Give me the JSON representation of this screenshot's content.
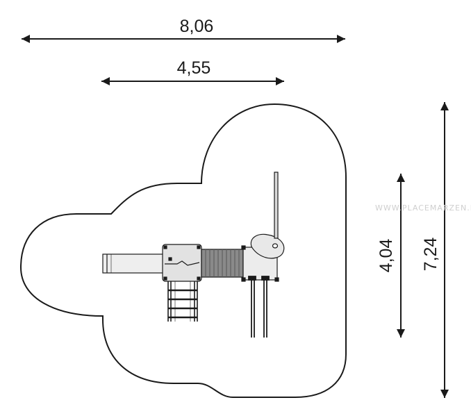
{
  "dimensions": {
    "overall_width": "8,06",
    "equipment_width": "4,55",
    "equipment_depth": "4,04",
    "overall_depth": "7,24"
  },
  "watermark": "WWW.PLACEMARZEN.PL",
  "colors": {
    "line": "#1a1a1a",
    "equipment_fill": "#e6e6e6",
    "tunnel_fill": "#8a8a8a",
    "background": "#ffffff"
  }
}
